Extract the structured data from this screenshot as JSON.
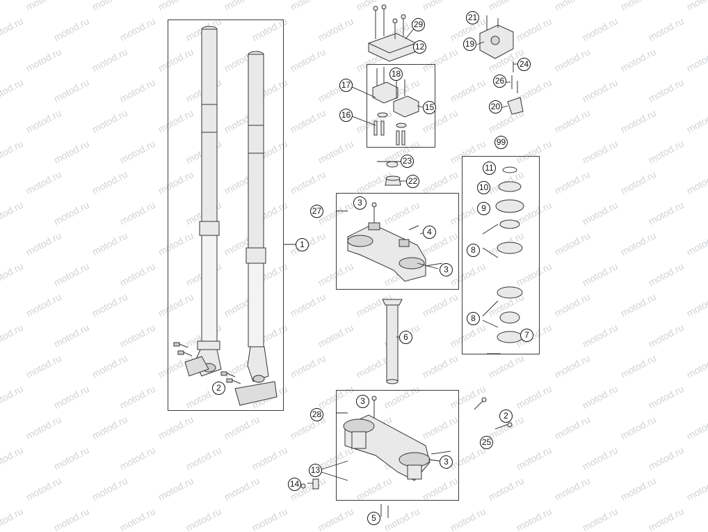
{
  "watermark": {
    "text": "motod.ru",
    "color": "#cfd3d6"
  },
  "callouts": {
    "c1": "1",
    "c2a": "2",
    "c2b": "2",
    "c3a": "3",
    "c3b": "3",
    "c3c": "3",
    "c3d": "3",
    "c4": "4",
    "c5": "5",
    "c6": "6",
    "c7": "7",
    "c8a": "8",
    "c8b": "8",
    "c9": "9",
    "c10": "10",
    "c11": "11",
    "c12": "12",
    "c13": "13",
    "c14": "14",
    "c15": "15",
    "c16": "16",
    "c17": "17",
    "c18": "18",
    "c19": "19",
    "c20": "20",
    "c21": "21",
    "c22": "22",
    "c23": "23",
    "c24": "24",
    "c25": "25",
    "c26": "26",
    "c27": "27",
    "c28": "28",
    "c29": "29",
    "c99": "99"
  }
}
